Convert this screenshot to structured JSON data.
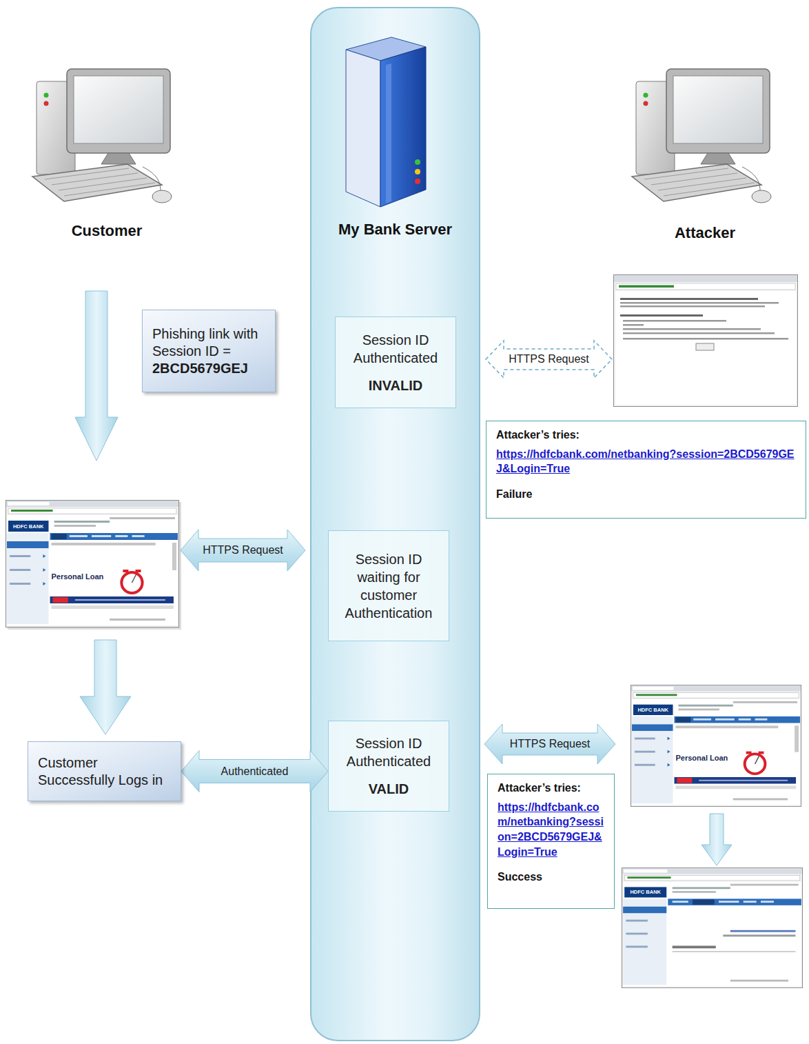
{
  "diagram": {
    "nodes": [
      {
        "text": [
          "My Bank Server"
        ]
      },
      {
        "text": [
          "Phishing link with Session ID =",
          "2BCD5679GEJ"
        ]
      },
      {
        "text": [
          "Session ID Authenticated",
          "INVALID"
        ],
        "in": 0
      },
      {
        "text": [
          "Attacker’s tries:",
          "https://hdfcbank.com/netbanking?session=2BCD5679GEJ&Login=True",
          "Failure"
        ]
      },
      {
        "text": [
          "Session ID waiting for customer Authentication"
        ],
        "in": 0
      },
      {
        "text": [
          "Customer Successfully Logs in"
        ]
      },
      {
        "text": [
          "Session ID Authenticated",
          "VALID"
        ],
        "in": 0
      },
      {
        "text": [
          "Attacker’s tries:",
          "https://hdfcbank.com/netbanking?session=2BCD5679GEJ&Login=True",
          "Success"
        ]
      }
    ],
    "edges": [
      {
        "from": 5,
        "to": 6,
        "label": "Authenticated",
        "arrow": "both"
      }
    ],
    "labels": [
      "Customer",
      "Attacker",
      "HTTPS Request",
      "HTTPS Request",
      "HDFC BANK",
      "Personal Loan",
      "HTTPS Request",
      "HDFC BANK",
      "Personal Loan",
      "HDFC BANK"
    ]
  }
}
